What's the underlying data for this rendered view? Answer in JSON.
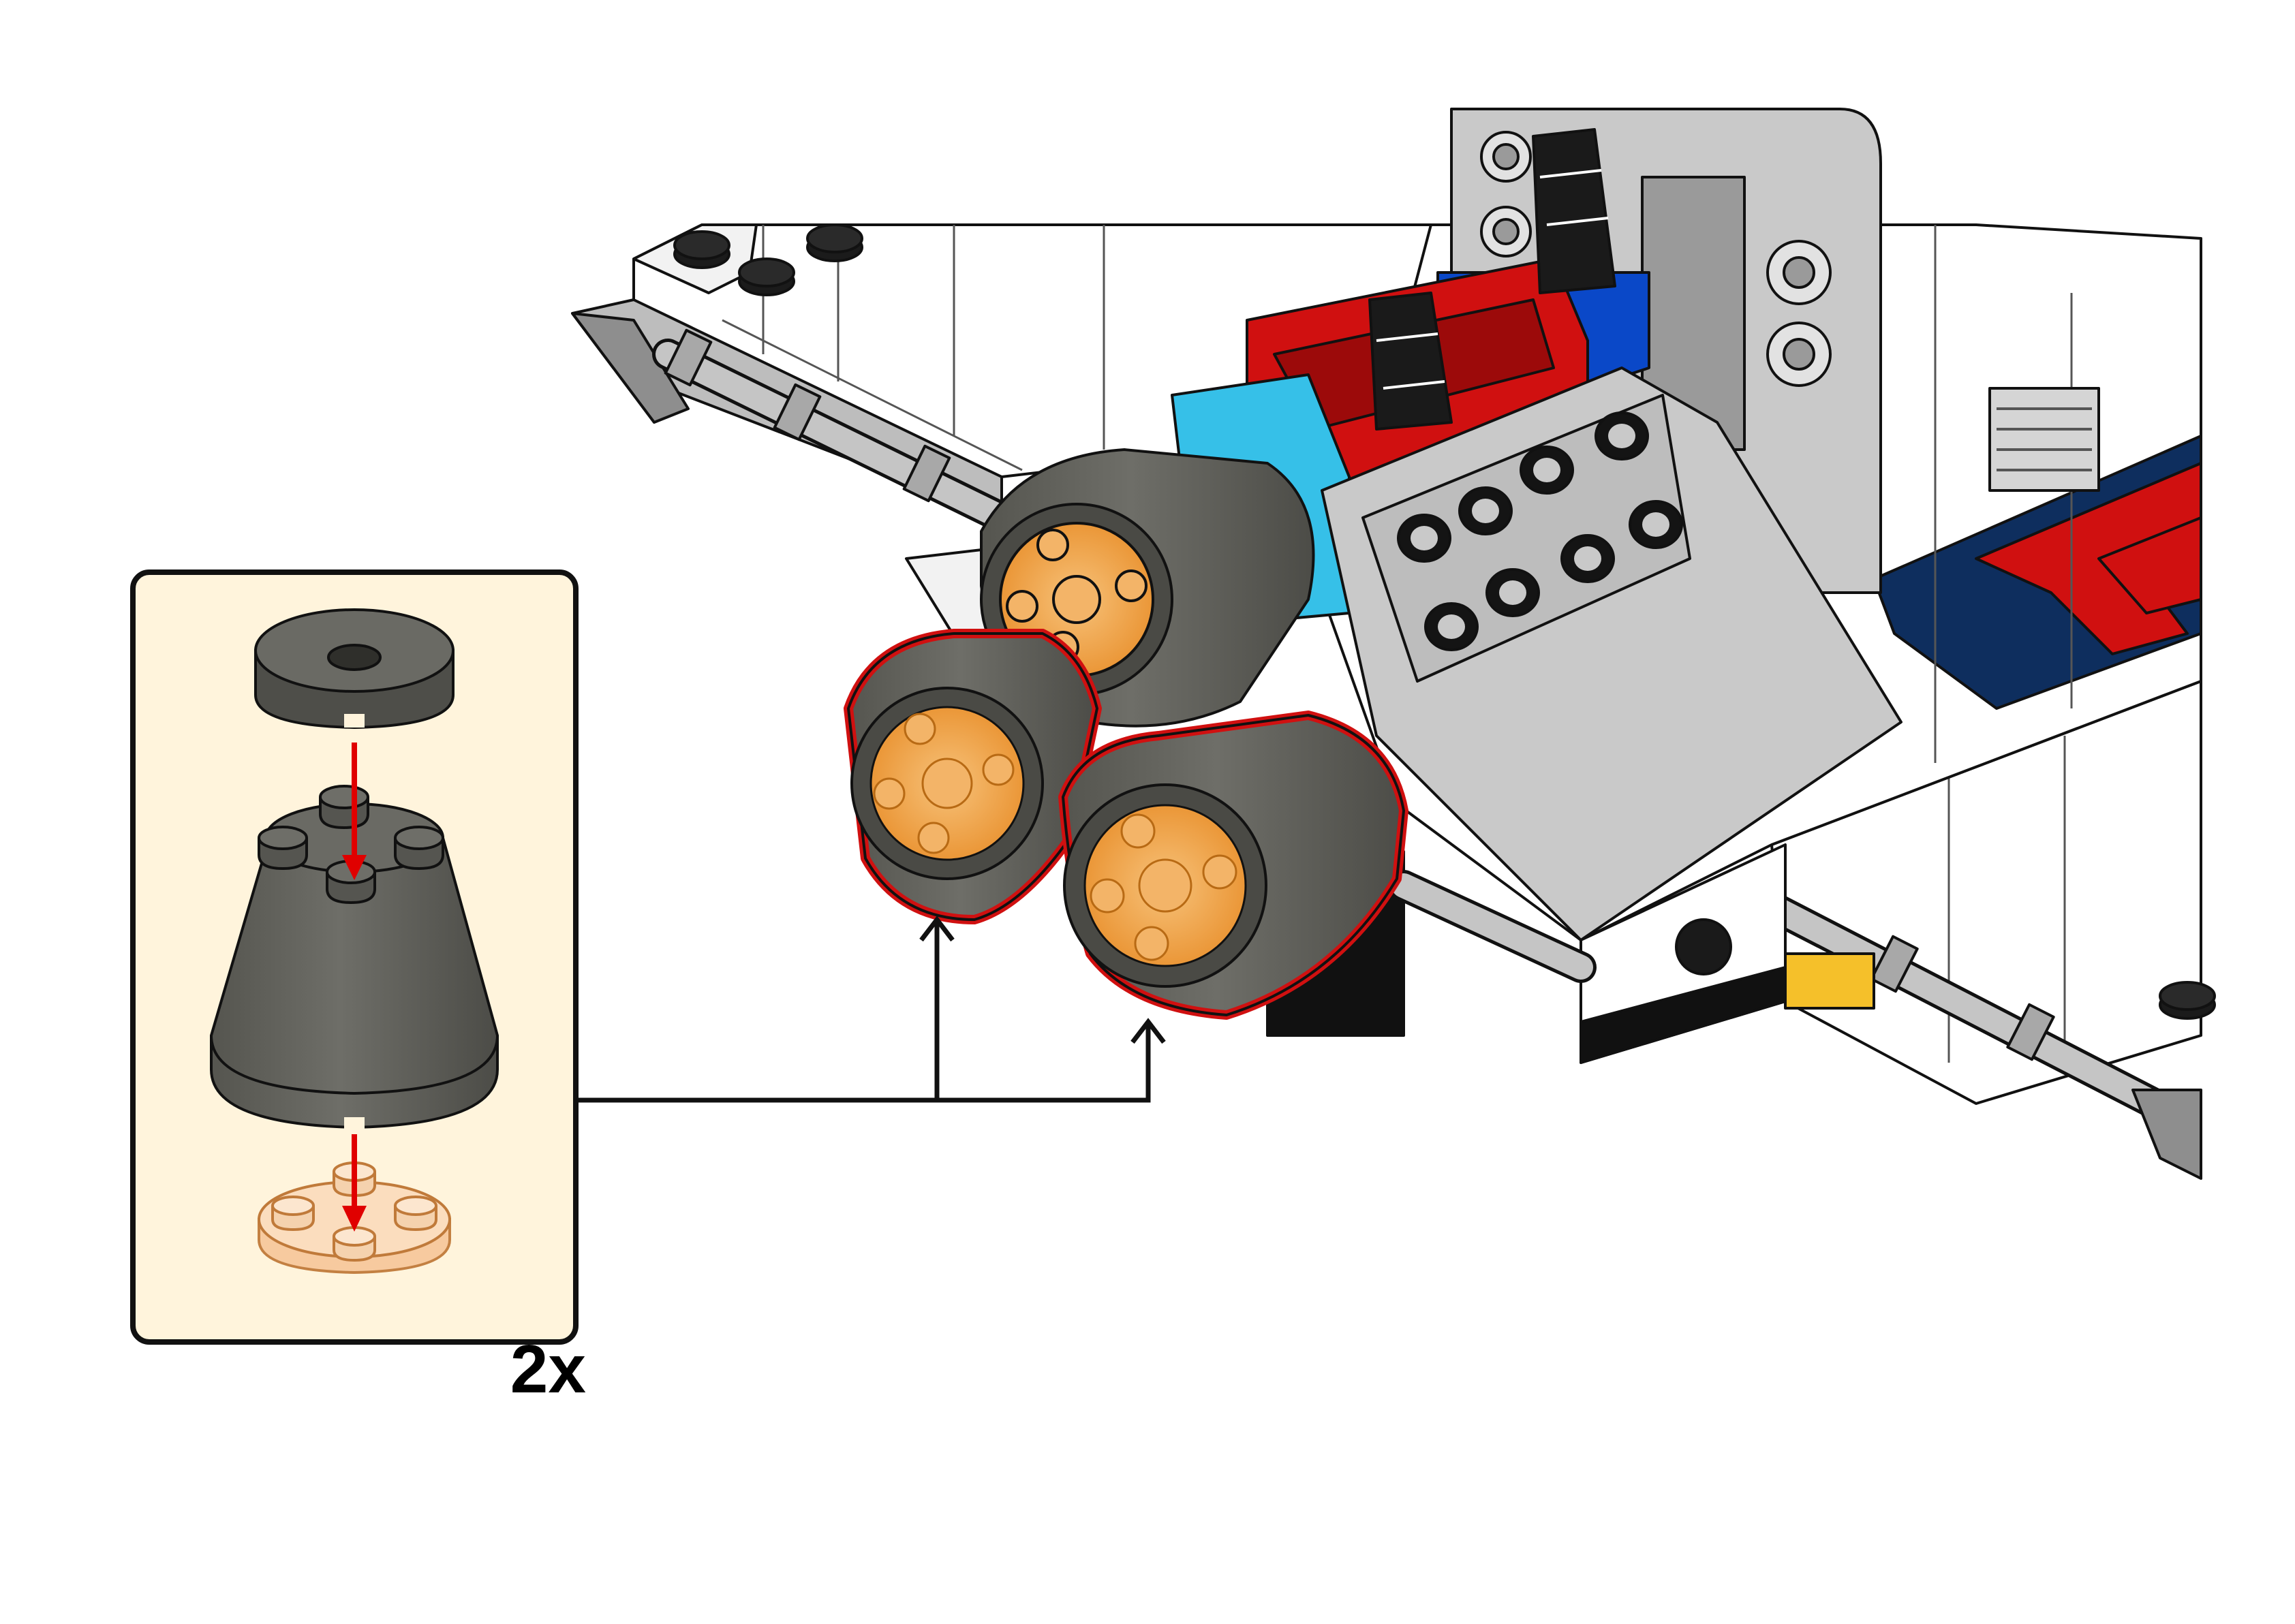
{
  "instruction_step": {
    "callout": {
      "quantity_label": "2x",
      "background_color": "#FFF4DC",
      "parts": [
        {
          "name": "round-tile-2x2-with-hole",
          "color": "#5F5F5A"
        },
        {
          "name": "cone-2x2x2",
          "color": "#5F5F5A"
        },
        {
          "name": "round-plate-2x2-trans-orange",
          "color": "#F5C89A"
        }
      ]
    },
    "model": {
      "highlight_color": "#D01010",
      "colors": {
        "dark_bluish_gray": "#5F5F5A",
        "light_bluish_gray": "#C9C9C9",
        "white": "#FFFFFF",
        "red": "#D01010",
        "blue": "#0A48C8",
        "dark_blue": "#0E2E5E",
        "medium_azure": "#36C0E8",
        "trans_orange": "#F0A040",
        "black": "#111111",
        "yellow": "#F5C02A"
      }
    },
    "arrow_color": "#E00000"
  }
}
